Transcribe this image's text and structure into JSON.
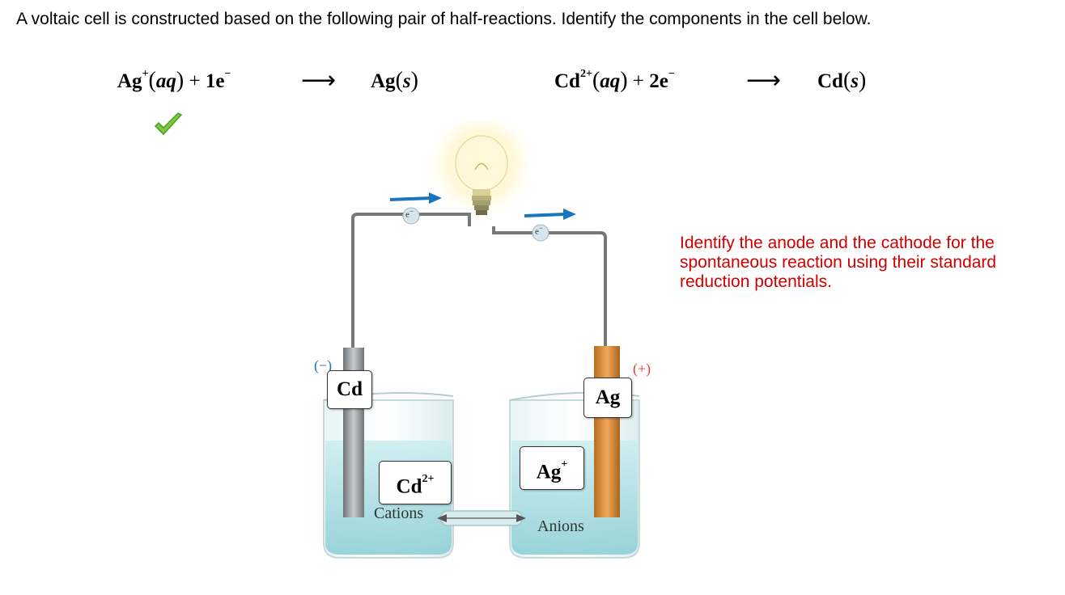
{
  "question": {
    "text": "A voltaic cell is constructed based on the following pair of half-reactions. Identify the components in the cell below."
  },
  "half_reactions": [
    {
      "reactant_species": "Ag",
      "reactant_charge": "+",
      "reactant_state": "aq",
      "electrons_coeff": "1",
      "electron": "e",
      "electron_charge": "−",
      "product_species": "Ag",
      "product_state": "s",
      "status": "correct"
    },
    {
      "reactant_species": "Cd",
      "reactant_charge": "2+",
      "reactant_state": "aq",
      "electrons_coeff": "2",
      "electron": "e",
      "electron_charge": "−",
      "product_species": "Cd",
      "product_state": "s"
    }
  ],
  "hint": {
    "text": "Identify the anode and the cathode for the spontaneous reaction using their standard reduction potentials."
  },
  "diagram": {
    "left_electrode_label": "Cd",
    "right_electrode_label": "Ag",
    "left_sign": "(−)",
    "right_sign": "(+)",
    "left_ion_species": "Cd",
    "left_ion_charge": "2+",
    "right_ion_species": "Ag",
    "right_ion_charge": "+",
    "cations_label": "Cations",
    "anions_label": "Anions",
    "electron_label": "e",
    "electron_charge": "−"
  },
  "colors": {
    "hint_text": "#d10000",
    "arrow": "#1a75bb",
    "check": "#7ac943",
    "solution": "#a9dbe0",
    "copper_electrode": "#d68a3a",
    "cadmium_electrode": "#8a8f92"
  },
  "icons": {
    "check": "check-mark-icon",
    "bulb": "light-bulb-icon",
    "arrow": "electron-flow-arrow-icon"
  }
}
